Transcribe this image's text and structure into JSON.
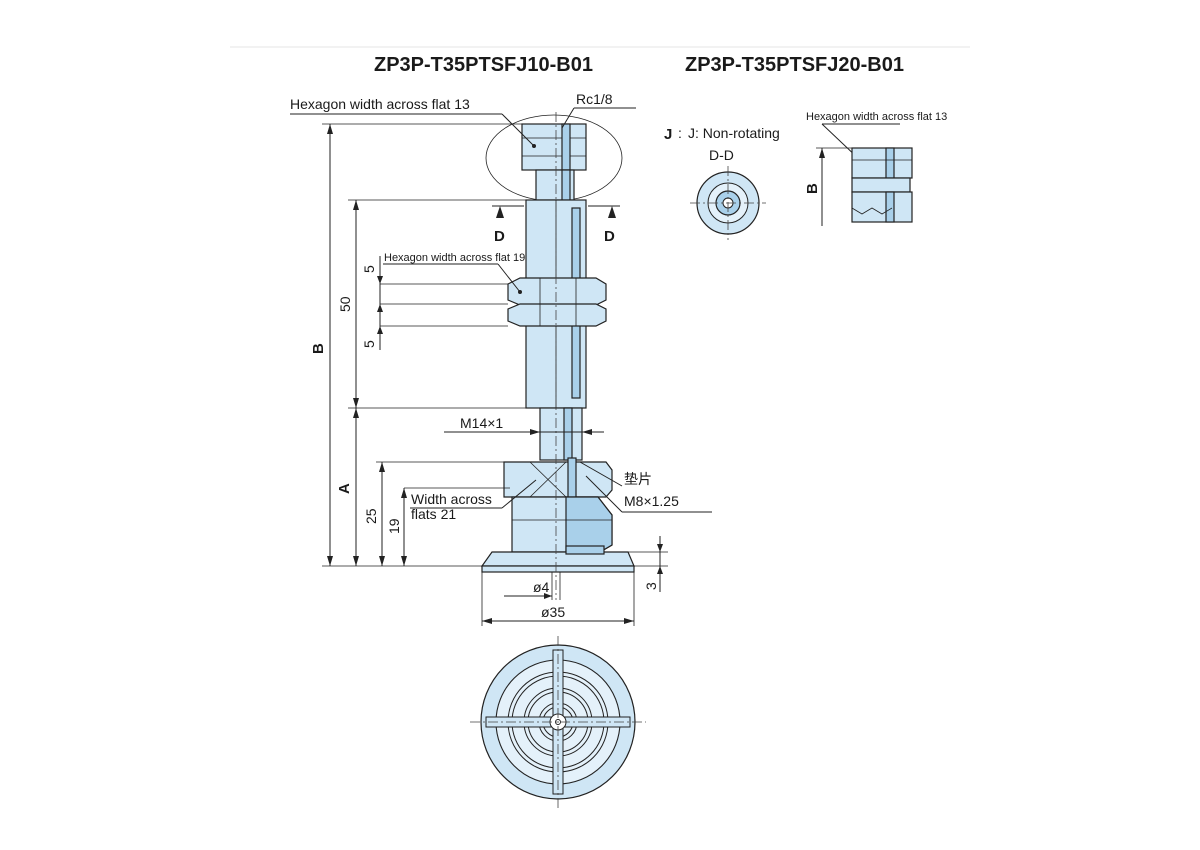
{
  "titles": {
    "left": "ZP3P-T35PTSFJ10-B01",
    "right": "ZP3P-T35PTSFJ20-B01"
  },
  "labels": {
    "hex13": "Hexagon width across flat 13",
    "rc": "Rc1/8",
    "hex19": "Hexagon width across flat 19",
    "m14": "M14×1",
    "gasket": "垫片",
    "m8": "M8×1.25",
    "wf_line1": "Width across",
    "wf_line2": "flats 21",
    "d4": "ø4",
    "d35": "ø35",
    "section_letter": "D",
    "j_prefix": "J",
    "j_sep": ":",
    "j_text": "J: Non-rotating",
    "dd": "D-D",
    "hex13_small": "Hexagon width across flat 13",
    "dimA": "A",
    "dimB": "B",
    "dim50": "50",
    "dim5a": "5",
    "dim5b": "5",
    "dim25": "25",
    "dim19": "19",
    "dim3": "3"
  },
  "colors": {
    "part_fill": "#cfe6f5",
    "part_dark": "#a9d0ea",
    "line": "#222222"
  }
}
